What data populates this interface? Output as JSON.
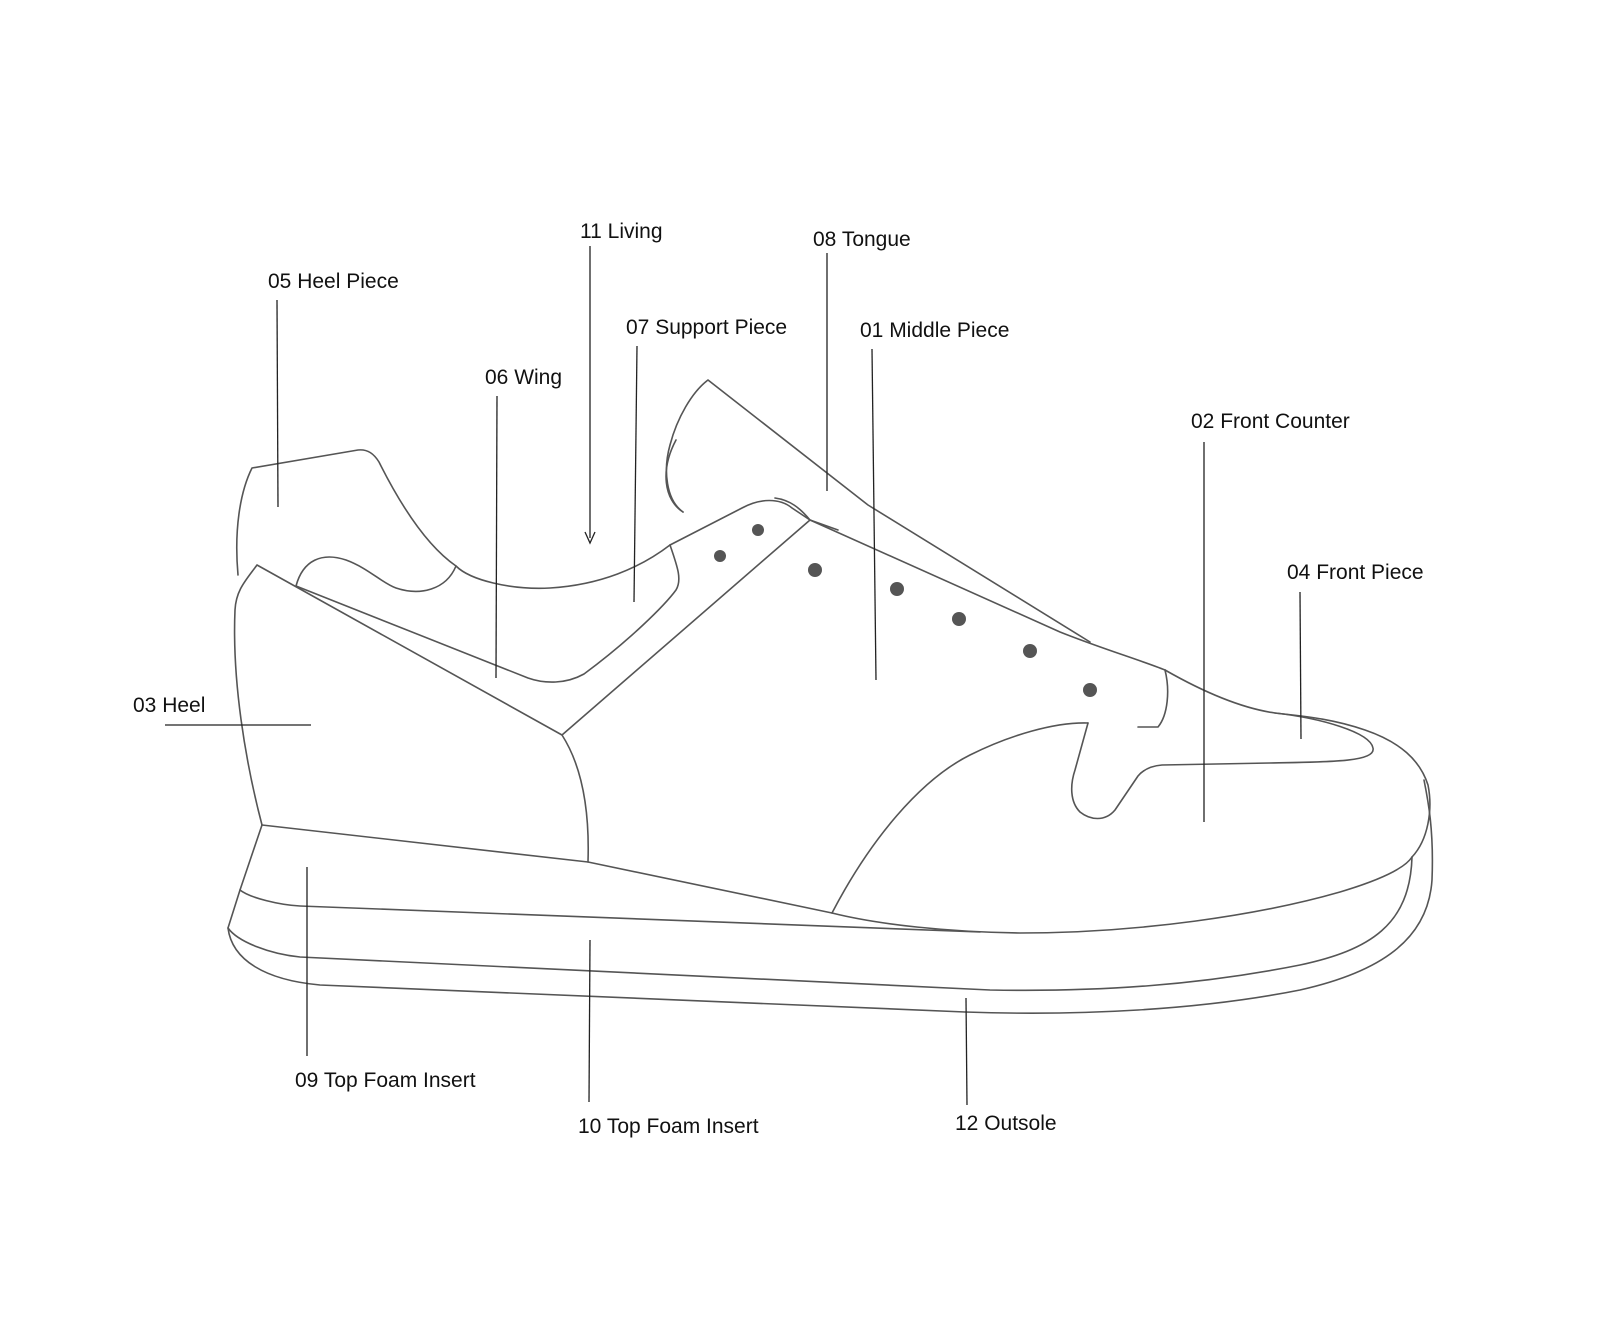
{
  "diagram": {
    "labels": {
      "middle_piece": "01 Middle Piece",
      "front_counter": "02 Front Counter",
      "heel": "03 Heel",
      "front_piece": "04 Front Piece",
      "heel_piece": "05 Heel Piece",
      "wing": "06 Wing",
      "support_piece": "07 Support Piece",
      "tongue": "08 Tongue",
      "top_foam_insert_09": "09 Top Foam Insert",
      "top_foam_insert_10": "10 Top Foam Insert",
      "living": "11 Living",
      "outsole": "12 Outsole"
    },
    "colors": {
      "outline": "#555555",
      "leader": "#222222",
      "text": "#111111",
      "background": "#ffffff"
    }
  }
}
